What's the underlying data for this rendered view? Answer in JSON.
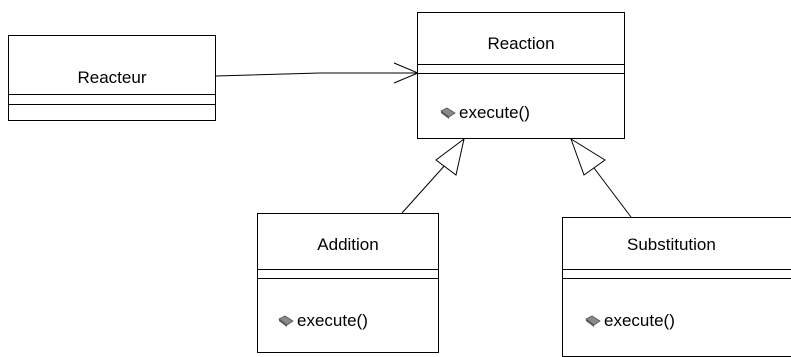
{
  "diagram": {
    "type": "uml-class-diagram",
    "classes": {
      "reacteur": {
        "name": "Reacteur"
      },
      "reaction": {
        "name": "Reaction",
        "operation": "execute()"
      },
      "addition": {
        "name": "Addition",
        "operation": "execute()"
      },
      "substitution": {
        "name": "Substitution",
        "operation": "execute()"
      }
    },
    "relations": [
      {
        "from": "Reacteur",
        "to": "Reaction",
        "kind": "association"
      },
      {
        "from": "Addition",
        "to": "Reaction",
        "kind": "generalization"
      },
      {
        "from": "Substitution",
        "to": "Reaction",
        "kind": "generalization"
      }
    ],
    "operation_icon": "method-icon",
    "colors": {
      "line": "#000000",
      "background": "#ffffff",
      "icon": "#8a8a8a"
    }
  }
}
